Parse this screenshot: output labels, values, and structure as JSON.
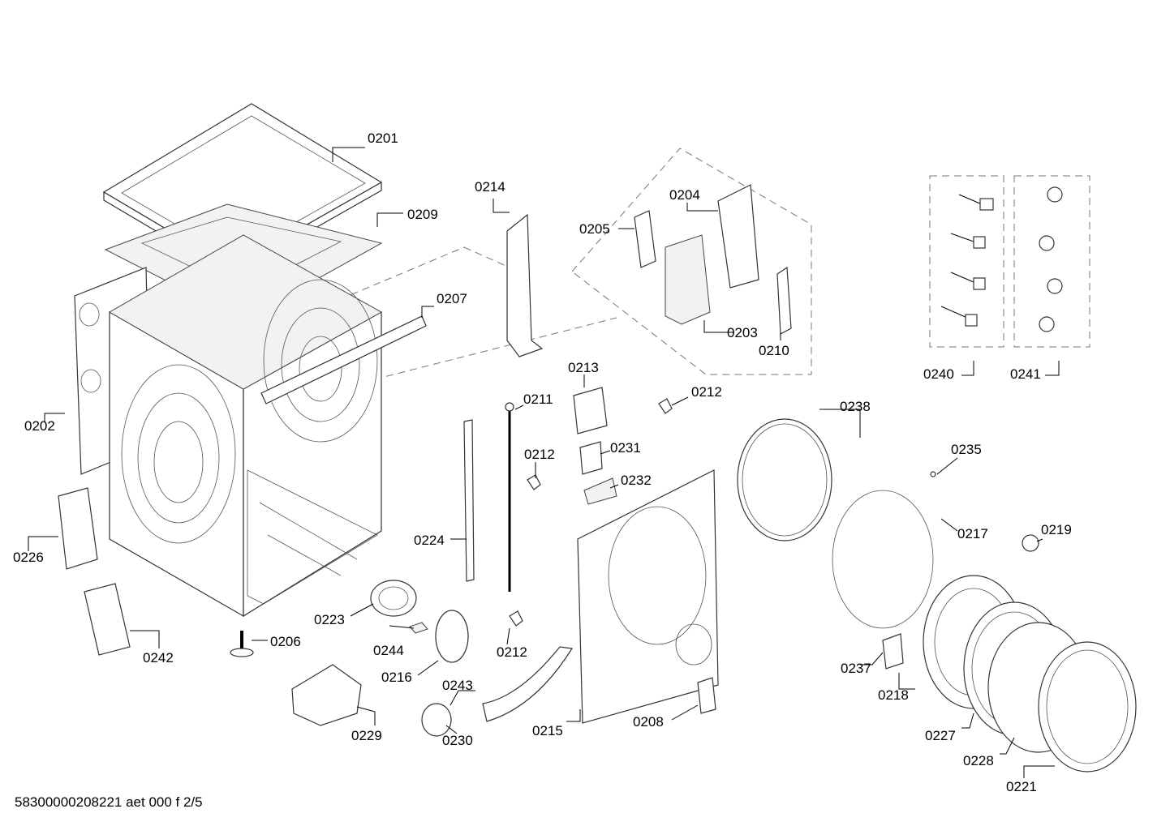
{
  "labels": {
    "l0201": "0201",
    "l0209": "0209",
    "l0214": "0214",
    "l0204": "0204",
    "l0205": "0205",
    "l0207": "0207",
    "l0203": "0203",
    "l0210": "0210",
    "l0240": "0240",
    "l0241": "0241",
    "l0202": "0202",
    "l0213": "0213",
    "l0211": "0211",
    "l0212a": "0212",
    "l0212b": "0212",
    "l0212c": "0212",
    "l0231": "0231",
    "l0232": "0232",
    "l0238": "0238",
    "l0235": "0235",
    "l0217": "0217",
    "l0219": "0219",
    "l0226": "0226",
    "l0224": "0224",
    "l0223": "0223",
    "l0244": "0244",
    "l0216": "0216",
    "l0206": "0206",
    "l0242": "0242",
    "l0243": "0243",
    "l0229": "0229",
    "l0230": "0230",
    "l0215": "0215",
    "l0208": "0208",
    "l0237": "0237",
    "l0218": "0218",
    "l0227": "0227",
    "l0228": "0228",
    "l0221": "0221"
  },
  "footer": "58300000208221 aet 000 f 2/5"
}
